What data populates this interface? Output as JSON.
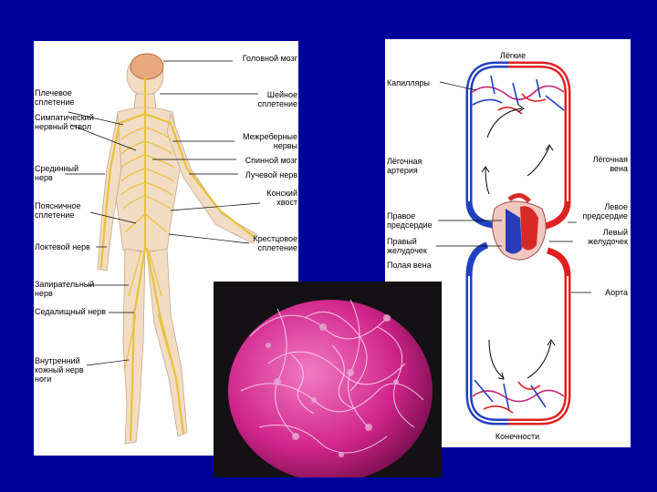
{
  "nervous_system": {
    "left_labels": [
      "Плечевое сплетение",
      "Симпатический нервный ствол",
      "Срединный нерв",
      "Поясничное сплетение",
      "Локтевой нерв",
      "Запирательный нерв",
      "Седалищный нерв",
      "Внутренний кожный нерв ноги"
    ],
    "right_labels": [
      "Головной мозг",
      "Шейное сплетение",
      "Межреберные нервы",
      "Спинной мозг",
      "Лучевой нерв",
      "Конский хвост",
      "Крестцовое сплетение"
    ]
  },
  "circulatory_system": {
    "top": "Лёгкие",
    "capillaries": "Капилляры",
    "pulmonary_artery": "Лёгочная артерия",
    "pulmonary_vein": "Лёгочная вена",
    "right_atrium": "Правое предсердие",
    "right_ventricle": "Правый желудочек",
    "vena_cava": "Полая вена",
    "left_atrium": "Левое предсердие",
    "left_ventricle": "Левый желудочек",
    "aorta": "Аорта",
    "bottom": "Конечности"
  },
  "colors": {
    "background": "#00009a",
    "nerve": "#e8c23a",
    "arterial": "#e02020",
    "venous": "#2040c0",
    "cell": "#d0258a"
  }
}
